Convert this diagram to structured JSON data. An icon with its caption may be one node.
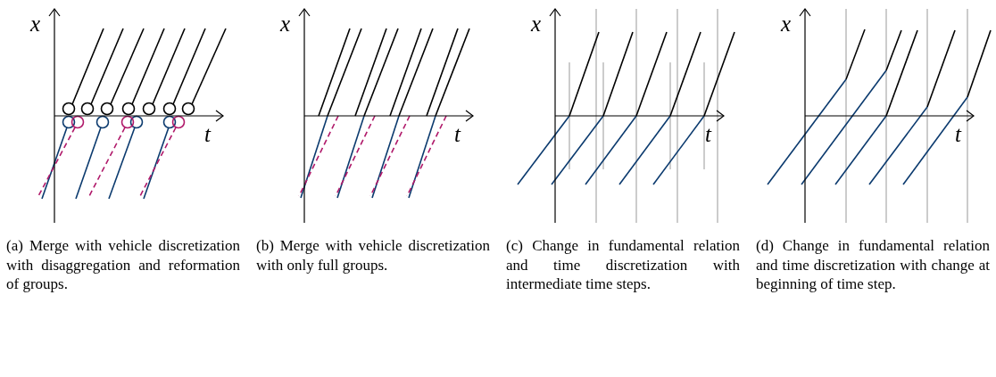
{
  "diagram": {
    "labels": [
      "x",
      "t",
      "x",
      "t",
      "x",
      "t",
      "x",
      "t",
      "(a) Merge with vehicle discretization with disaggregation and reformation of groups.",
      "(b) Merge with vehicle discretization with only full groups.",
      "(c) Change in fundamental relation and time discretization with intermediate time steps.",
      "(d) Change in fundamental relation and time discretization with change at beginning of time step."
    ]
  }
}
